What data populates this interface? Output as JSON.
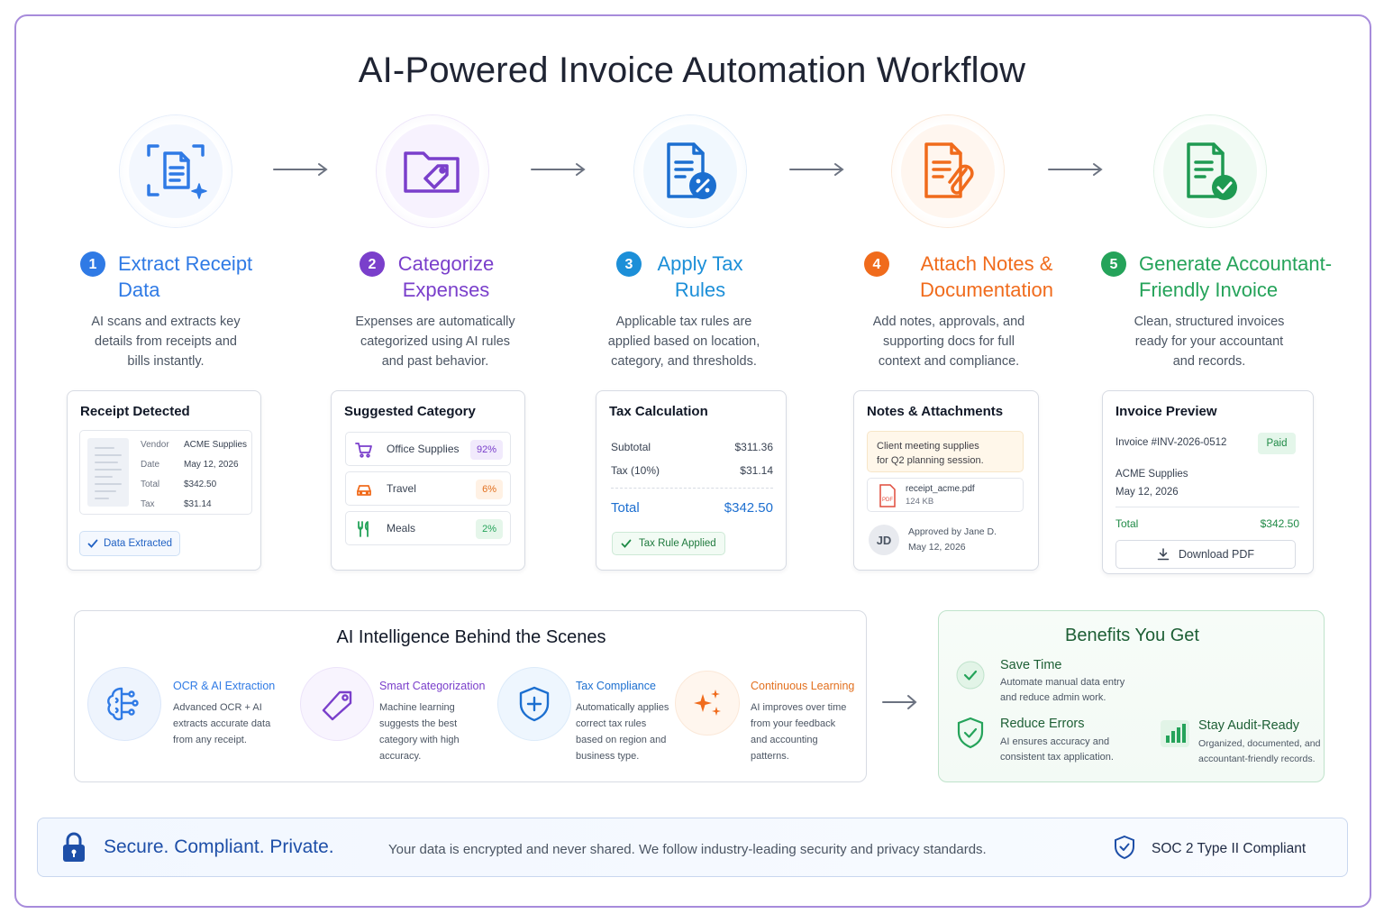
{
  "title": "AI-Powered Invoice Automation Workflow",
  "colors": {
    "step1": "#2f7ae5",
    "step2": "#7a3fcb",
    "step3": "#1c8fd8",
    "step4": "#f06b1c",
    "step5": "#25a35a",
    "frame": "#a78bdb"
  },
  "steps": [
    {
      "num": "1",
      "title_line1": "Extract Receipt",
      "title_line2": "Data",
      "desc_line1": "AI scans and extracts key",
      "desc_line2": "details from receipts and",
      "desc_line3": "bills instantly.",
      "icon": "scan-document-sparkle-icon"
    },
    {
      "num": "2",
      "title_line1": "Categorize",
      "title_line2": "Expenses",
      "desc_line1": "Expenses are automatically",
      "desc_line2": "categorized using AI rules",
      "desc_line3": "and past behavior.",
      "icon": "folder-tag-icon"
    },
    {
      "num": "3",
      "title_line1": "Apply Tax",
      "title_line2": "Rules",
      "desc_line1": "Applicable tax rules are",
      "desc_line2": "applied based on location,",
      "desc_line3": "category, and thresholds.",
      "icon": "document-percent-icon"
    },
    {
      "num": "4",
      "title_line1": "Attach Notes &",
      "title_line2": "Documentation",
      "desc_line1": "Add notes, approvals, and",
      "desc_line2": "supporting docs for full",
      "desc_line3": "context and compliance.",
      "icon": "document-paperclip-icon"
    },
    {
      "num": "5",
      "title_line1": "Generate Accountant-",
      "title_line2": "Friendly Invoice",
      "desc_line1": "Clean, structured invoices",
      "desc_line2": "ready for your accountant",
      "desc_line3": "and records.",
      "icon": "document-check-icon"
    }
  ],
  "card1": {
    "title": "Receipt Detected",
    "rows": [
      {
        "k": "Vendor",
        "v": "ACME Supplies"
      },
      {
        "k": "Date",
        "v": "May 12, 2026"
      },
      {
        "k": "Total",
        "v": "$342.50"
      },
      {
        "k": "Tax",
        "v": "$31.14"
      }
    ],
    "badge": "Data Extracted"
  },
  "card2": {
    "title": "Suggested Category",
    "items": [
      {
        "label": "Office Supplies",
        "pct": "92%"
      },
      {
        "label": "Travel",
        "pct": "6%"
      },
      {
        "label": "Meals",
        "pct": "2%"
      }
    ]
  },
  "card3": {
    "title": "Tax Calculation",
    "subtotal_label": "Subtotal",
    "subtotal": "$311.36",
    "tax_label": "Tax (10%)",
    "tax": "$31.14",
    "total_label": "Total",
    "total": "$342.50",
    "badge": "Tax Rule Applied"
  },
  "card4": {
    "title": "Notes & Attachments",
    "note_line1": "Client meeting supplies",
    "note_line2": "for Q2 planning session.",
    "file_name": "receipt_acme.pdf",
    "file_size": "124 KB",
    "file_icon_label": "PDF",
    "avatar": "JD",
    "approved_by": "Approved by Jane D.",
    "approved_date": "May 12, 2026"
  },
  "card5": {
    "title": "Invoice Preview",
    "invoice_no": "Invoice #INV-2026-0512",
    "status": "Paid",
    "vendor": "ACME Supplies",
    "date": "May 12, 2026",
    "total_label": "Total",
    "total": "$342.50",
    "download": "Download PDF"
  },
  "ai": {
    "title": "AI Intelligence Behind the Scenes",
    "features": [
      {
        "name": "OCR & AI Extraction",
        "d1": "Advanced OCR + AI",
        "d2": "extracts accurate data",
        "d3": "from any receipt.",
        "d4": ""
      },
      {
        "name": "Smart Categorization",
        "d1": "Machine learning",
        "d2": "suggests the best",
        "d3": "category with high",
        "d4": "accuracy."
      },
      {
        "name": "Tax Compliance",
        "d1": "Automatically applies",
        "d2": "correct tax rules",
        "d3": "based on region and",
        "d4": "business type."
      },
      {
        "name": "Continuous Learning",
        "d1": "AI improves over time",
        "d2": "from your feedback",
        "d3": "and accounting",
        "d4": "patterns."
      }
    ]
  },
  "benefits": {
    "title": "Benefits You Get",
    "items": [
      {
        "name": "Save Time",
        "d1": "Automate manual data entry",
        "d2": "and reduce admin work."
      },
      {
        "name": "Reduce Errors",
        "d1": "AI ensures accuracy and",
        "d2": "consistent tax application."
      },
      {
        "name": "Stay Audit-Ready",
        "d1": "Organized, documented, and",
        "d2": "accountant-friendly records."
      }
    ]
  },
  "security": {
    "title": "Secure. Compliant. Private.",
    "text": "Your data is encrypted and never shared. We follow industry-leading security and privacy standards.",
    "badge": "SOC 2 Type II Compliant"
  }
}
